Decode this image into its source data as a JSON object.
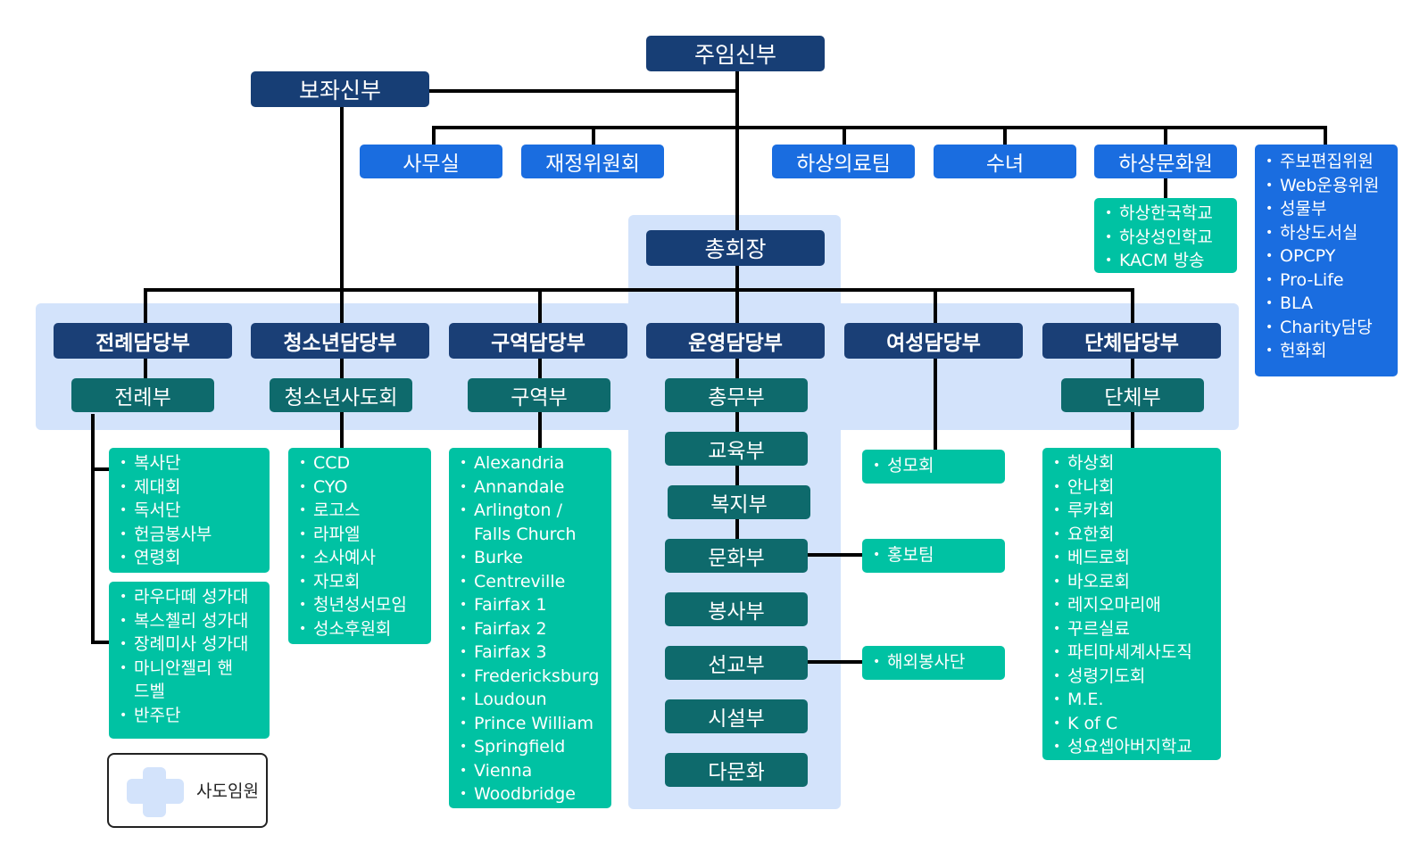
{
  "colors": {
    "navy": "#173e75",
    "blue": "#1a6de0",
    "teal": "#0e6a6c",
    "green": "#00c2a3",
    "light_blue_bg": "#d3e3fb",
    "line": "#000000"
  },
  "top": {
    "pastor": "주임신부",
    "assistant": "보좌신부"
  },
  "offices": {
    "office": "사무실",
    "finance": "재정위원회",
    "medical": "하상의료팀",
    "sister": "수녀",
    "culture_center": "하상문화원"
  },
  "culture_center_items": [
    "하상한국학교",
    "하상성인학교",
    "KACM 방송"
  ],
  "right_list": [
    "주보편집위원",
    "Web운용위원",
    "성물부",
    "하상도서실",
    "OPCPY",
    "Pro-Life",
    "BLA",
    "Charity담당",
    "헌화회"
  ],
  "president": "총회장",
  "departments": {
    "liturgy": {
      "head": "전례담당부",
      "sub": "전례부"
    },
    "youth": {
      "head": "청소년담당부",
      "sub": "청소년사도회"
    },
    "district": {
      "head": "구역담당부",
      "sub": "구역부"
    },
    "operations": {
      "head": "운영담당부",
      "sub": "총무부"
    },
    "women": {
      "head": "여성담당부"
    },
    "groups": {
      "head": "단체담당부",
      "sub": "단체부"
    }
  },
  "operations_chain": [
    "교육부",
    "복지부",
    "문화부",
    "봉사부",
    "선교부",
    "시설부",
    "다문화"
  ],
  "liturgy_list_1": [
    "복사단",
    "제대회",
    "독서단",
    "헌금봉사부",
    "연령회"
  ],
  "liturgy_list_2": [
    "라우다떼 성가대",
    "복스첼리 성가대",
    "장례미사 성가대",
    "마니안젤리 핸드벨",
    "반주단"
  ],
  "youth_list": [
    "CCD",
    "CYO",
    "로고스",
    "라파엘",
    "소사예사",
    "자모회",
    "청년성서모임",
    "성소후원회"
  ],
  "district_list": [
    "Alexandria",
    "Annandale",
    "Arlington / Falls Church",
    "Burke",
    "Centreville",
    "Fairfax 1",
    "Fairfax 2",
    "Fairfax 3",
    "Fredericksburg",
    "Loudoun",
    "Prince William",
    "Springfield",
    "Vienna",
    "Woodbridge"
  ],
  "women_item": "성모회",
  "culture_item": "홍보팀",
  "mission_item": "해외봉사단",
  "groups_list": [
    "하상회",
    "안나회",
    "루카회",
    "요한회",
    "베드로회",
    "바오로회",
    "레지오마리애",
    "꾸르실료",
    "파티마세계사도직",
    "성령기도회",
    "M.E.",
    "K of C",
    "성요셉아버지학교"
  ],
  "legend": {
    "label": "사도임원"
  }
}
